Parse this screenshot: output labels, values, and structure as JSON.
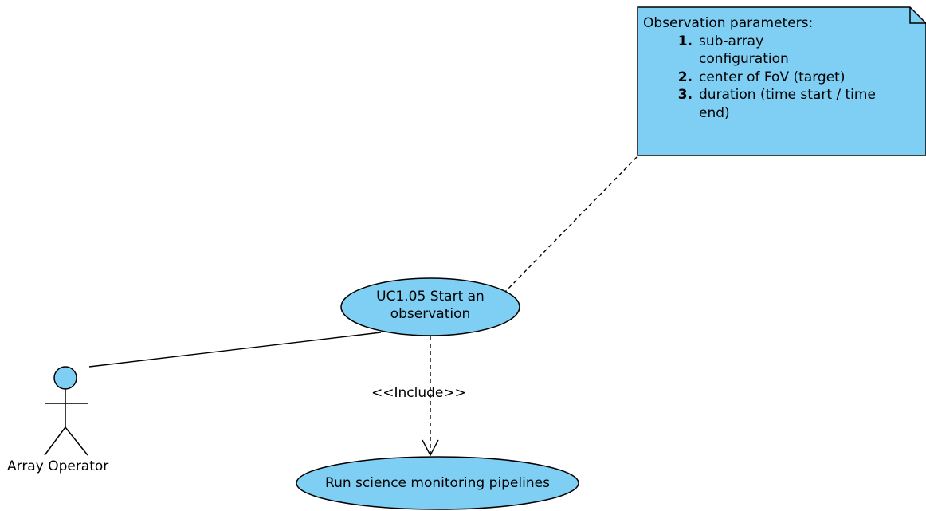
{
  "colors": {
    "fill": "#7ecff3",
    "stroke": "#000000",
    "background": "#ffffff"
  },
  "note": {
    "title": "Observation parameters:",
    "items": [
      "sub-array configuration",
      "center of FoV (target)",
      "duration (time start / time end)"
    ]
  },
  "use_cases": {
    "start_observation": {
      "line1": "UC1.05 Start an",
      "line2": "observation"
    },
    "run_pipelines": {
      "label": "Run science monitoring pipelines"
    }
  },
  "actor": {
    "name": "Array Operator"
  },
  "relations": {
    "include": {
      "stereotype": "<<Include>>"
    }
  }
}
